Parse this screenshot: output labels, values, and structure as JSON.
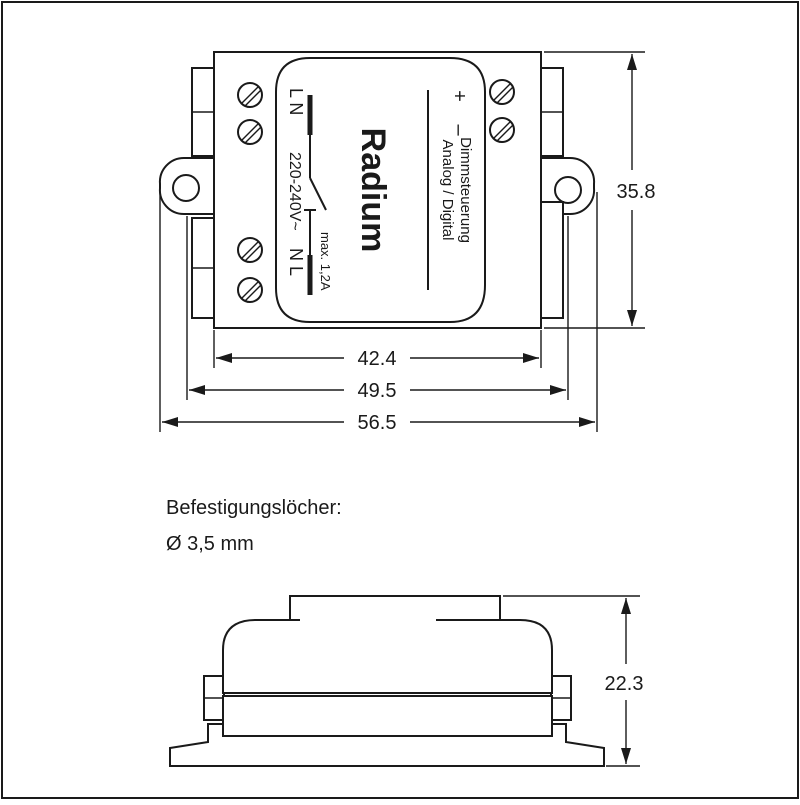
{
  "dimensions": {
    "width_inner": "42.4",
    "width_mid": "49.5",
    "width_total": "56.5",
    "height_top": "35.8",
    "height_side": "22.3"
  },
  "device": {
    "brand": "Radium",
    "line_inputs": "L N",
    "voltage": "220-240V~",
    "line_outputs": "N L",
    "max_current": "max. 1,2A",
    "control_plus": "+",
    "control_minus": "–",
    "control_label_1": "Analog / Digital",
    "control_label_2": "Dimmsteuerung"
  },
  "mounting": {
    "title": "Befestigungslöcher:",
    "diameter": "Ø 3,5 mm"
  }
}
